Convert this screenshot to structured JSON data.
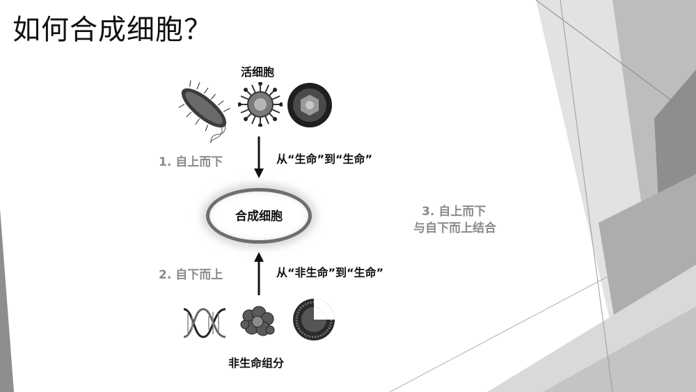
{
  "title": "如何合成细胞？",
  "top_label": "活细胞",
  "bottom_label": "非生命组分",
  "center_label": "合成细胞",
  "approach1": {
    "name": "1. 自上而下",
    "desc": "从“生命”到“生命”"
  },
  "approach2": {
    "name": "2. 自下而上",
    "desc": "从“非生命”到“生命”"
  },
  "approach3": {
    "line1": "3. 自上而下",
    "line2": "与自下而上结合"
  },
  "icons": {
    "top": [
      "bacterium-icon",
      "virus-icon",
      "cell-icon"
    ],
    "bottom": [
      "dna-helix-icon",
      "protein-icon",
      "vesicle-icon"
    ]
  }
}
